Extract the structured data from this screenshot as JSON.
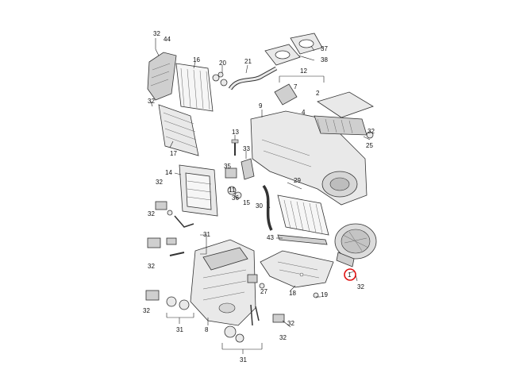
{
  "highlight_color": "#e01010",
  "labels": {
    "l1": "1",
    "l2": "2",
    "l4": "4",
    "l7": "7",
    "l8": "8",
    "l9": "9",
    "l11": "11",
    "l12": "12",
    "l13": "13",
    "l14": "14",
    "l15": "15",
    "l16": "16",
    "l17": "17",
    "l18": "18",
    "l19": "19",
    "l20": "20",
    "l21": "21",
    "l25": "25",
    "l27": "27",
    "l29": "29",
    "l30": "30",
    "l31a": "31",
    "l31b": "31",
    "l31c": "31",
    "l33": "33",
    "l35": "35",
    "l36": "36",
    "l37": "37",
    "l38": "38",
    "l43": "43",
    "l44": "44",
    "l32_topleft": "32",
    "l32_b": "32",
    "l32_c": "32",
    "l32_d": "32",
    "l32_e": "32",
    "l32_f": "32",
    "l32_g": "32",
    "l32_h": "32",
    "l32_right": "32",
    "l32_bottom": "32"
  }
}
